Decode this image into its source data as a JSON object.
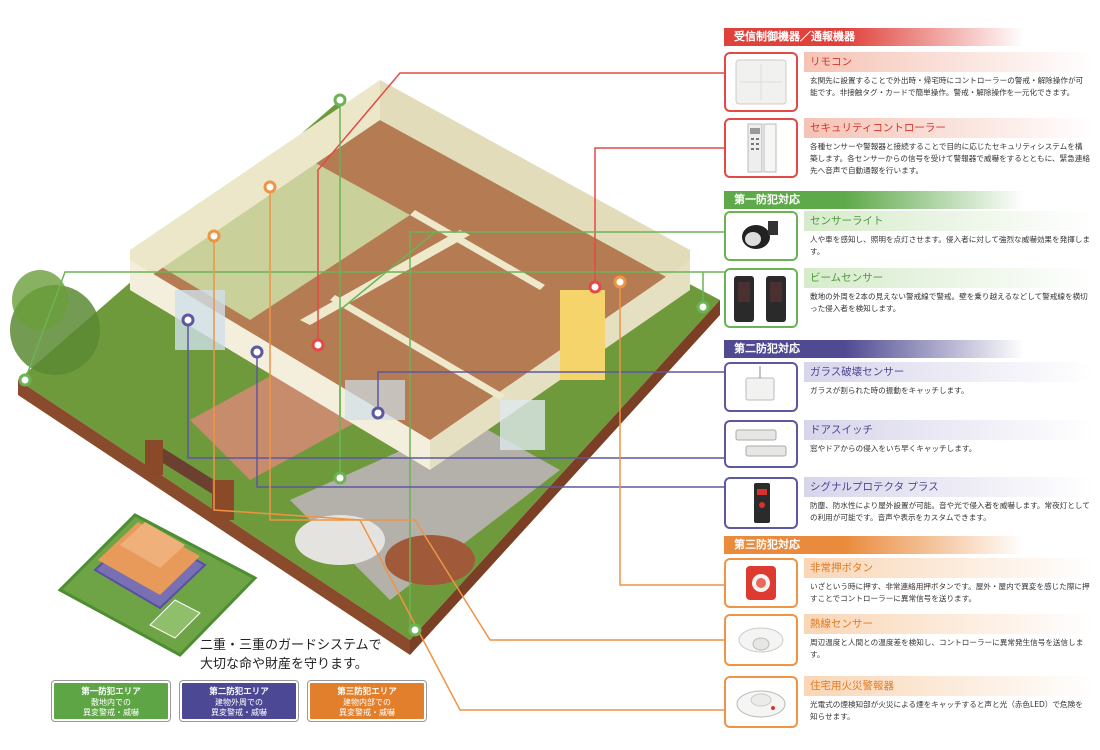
{
  "sections": {
    "control": {
      "header": "受信制御機器／通報機器",
      "color": "#e0413a"
    },
    "first": {
      "header": "第一防犯対応",
      "color": "#5ea94a"
    },
    "second": {
      "header": "第二防犯対応",
      "color": "#4f4a92"
    },
    "third": {
      "header": "第三防犯対応",
      "color": "#ea8a3c"
    }
  },
  "items": {
    "remocon": {
      "title": "リモコン",
      "desc": "玄関先に設置することで外出時・帰宅時にコントローラーの警戒・解除操作が可能です。非接触タグ・カードで簡単操作。警戒・解除操作を一元化できます。",
      "icon": "remote-panel-icon"
    },
    "controller": {
      "title": "セキュリティコントローラー",
      "desc": "各種センサーや警報器と接続することで目的に応じたセキュリティシステムを構築します。各センサーからの信号を受けて警報器で威嚇をするとともに、緊急連絡先へ音声で自動通報を行います。",
      "icon": "security-controller-icon"
    },
    "sensor_light": {
      "title": "センサーライト",
      "desc": "人や車を感知し、照明を点灯させます。侵入者に対して強烈な威嚇効果を発揮します。",
      "icon": "sensor-light-icon"
    },
    "beam_sensor": {
      "title": "ビームセンサー",
      "desc": "敷地の外周を2本の見えない警戒線で警戒。壁を乗り越えるなどして警戒線を横切った侵入者を検知します。",
      "icon": "beam-sensor-icon"
    },
    "glass_sensor": {
      "title": "ガラス破壊センサー",
      "desc": "ガラスが割られた時の振動をキャッチします。",
      "icon": "glass-break-sensor-icon"
    },
    "door_switch": {
      "title": "ドアスイッチ",
      "desc": "窓やドアからの侵入をいち早くキャッチします。",
      "icon": "door-switch-icon"
    },
    "signal_protector": {
      "title": "シグナルプロテクタ プラス",
      "desc": "防塵、防水性により屋外設置が可能。音や光で侵入者を威嚇します。常夜灯としての利用が可能です。音声や表示をカスタムできます。",
      "icon": "signal-protector-icon"
    },
    "emergency_button": {
      "title": "非常押ボタン",
      "desc": "いざという時に押す、非常連絡用押ボタンです。屋外・屋内で異変を感じた際に押すことでコントローラーに異常信号を送ります。",
      "icon": "emergency-button-icon"
    },
    "heat_sensor": {
      "title": "熱線センサー",
      "desc": "周辺温度と人間との温度差を検知し、コントローラーに異常発生信号を送信します。",
      "icon": "heat-sensor-icon"
    },
    "fire_alarm": {
      "title": "住宅用火災警報器",
      "desc": "光電式の煙検知部が火災による煙をキャッチすると声と光（赤色LED）で危険を知らせます。",
      "icon": "fire-alarm-icon"
    }
  },
  "tagline": {
    "line1": "二重・三重のガードシステムで",
    "line2": "大切な命や財産を守ります。"
  },
  "areas": [
    {
      "title": "第一防犯エリア",
      "line1": "敷地内での",
      "line2": "異変警戒・威嚇",
      "color": "#5da545"
    },
    {
      "title": "第二防犯エリア",
      "line1": "建物外周での",
      "line2": "異変警戒・威嚇",
      "color": "#4c4894"
    },
    {
      "title": "第三防犯エリア",
      "line1": "建物内部での",
      "line2": "異変警戒・威嚇",
      "color": "#e17f2c"
    }
  ]
}
